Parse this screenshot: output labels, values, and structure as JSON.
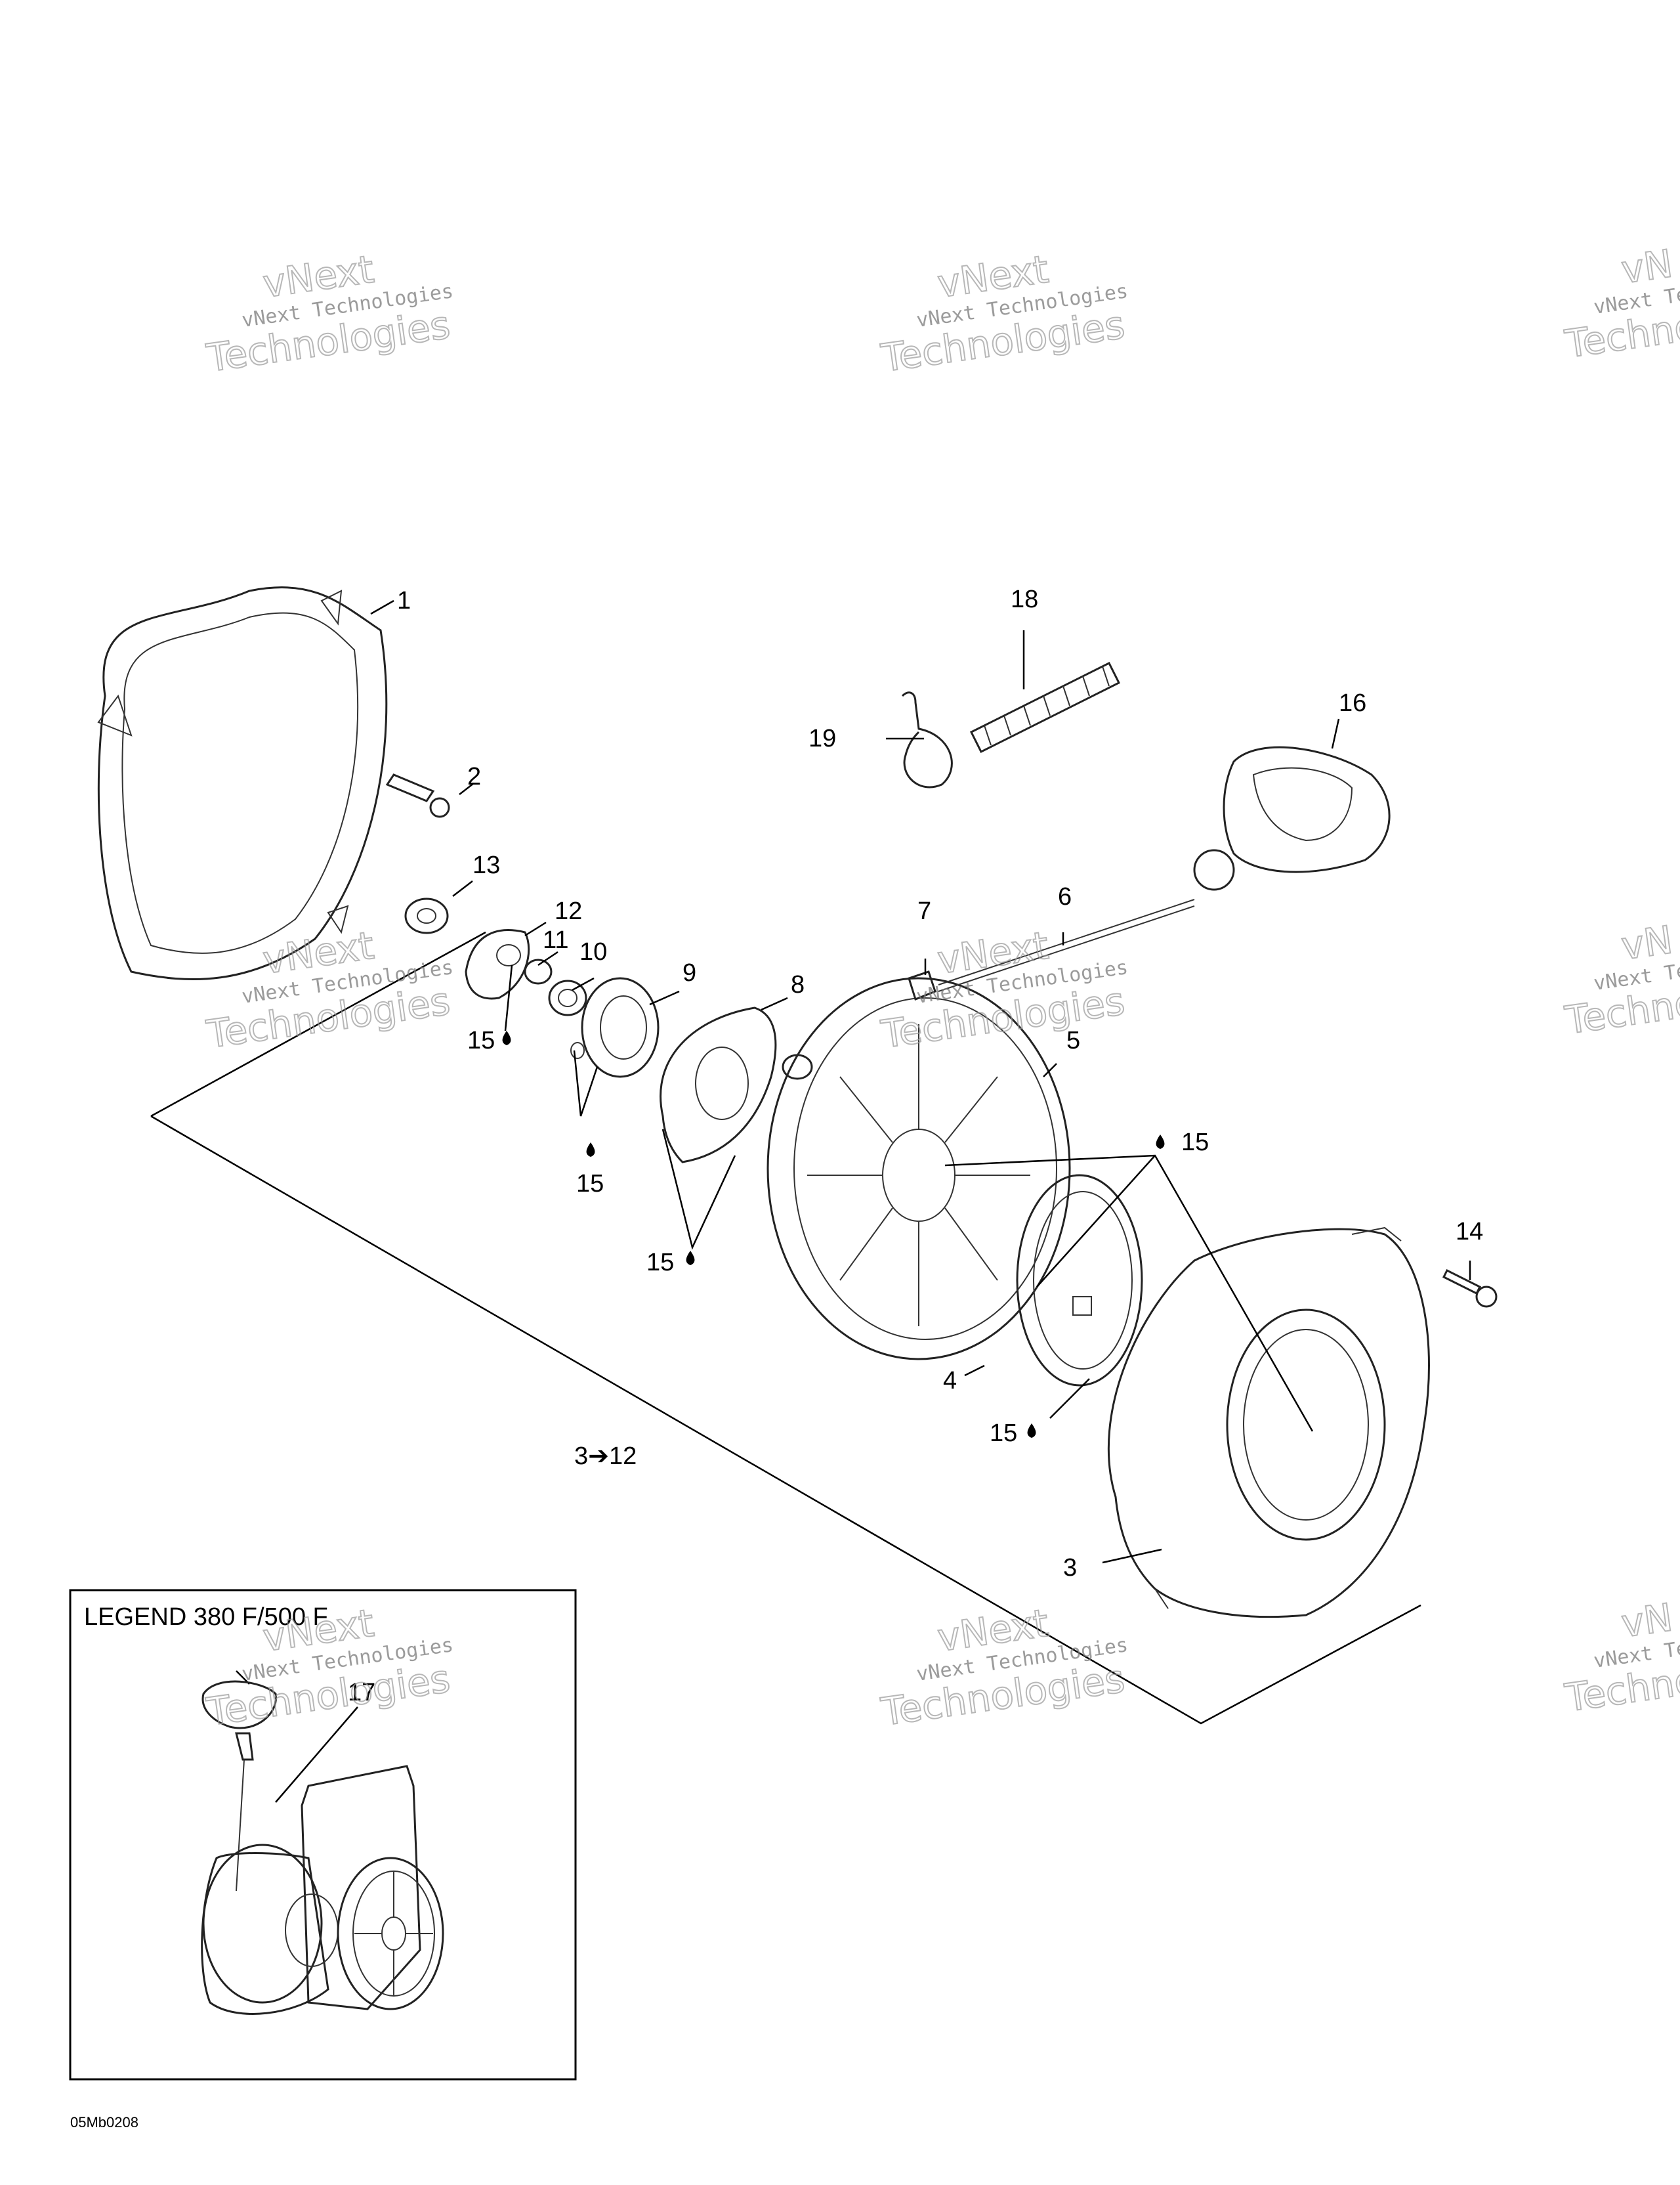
{
  "callouts": {
    "c1": "1",
    "c2": "2",
    "c3a": "3",
    "c3to12": "3➔12",
    "c4": "4",
    "c5": "5",
    "c6": "6",
    "c7": "7",
    "c8": "8",
    "c9": "9",
    "c10": "10",
    "c11": "11",
    "c12": "12",
    "c13": "13",
    "c14": "14",
    "c15a": "15",
    "c15b": "15",
    "c15c": "15",
    "c15d": "15",
    "c15e": "15",
    "c16": "16",
    "c17": "17",
    "c18": "18",
    "c19": "19"
  },
  "legend": {
    "title": "LEGEND 380 F/500 F"
  },
  "watermark": {
    "line1": "vNext Technologies",
    "line2a": "vNext",
    "line2b": "Technologies",
    "cut1": "vNext Te",
    "cut2": "Techno",
    "cut3": "vN"
  },
  "drawing_code": "05Mb0208",
  "icons": {
    "grease": "grease-drop-icon"
  }
}
